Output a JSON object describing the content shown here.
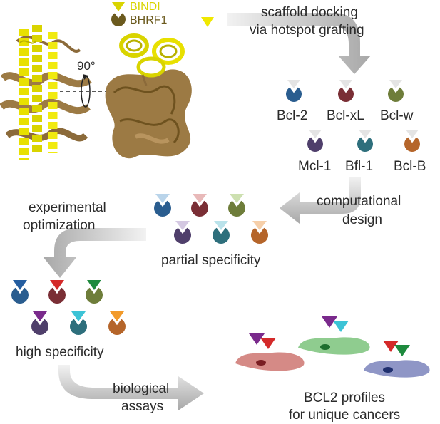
{
  "legend": {
    "bindi_label": "BINDI",
    "bhrf1_label": "BHRF1",
    "bindi_color": "#d9d400",
    "bhrf1_color": "#6b5a1e"
  },
  "structure": {
    "rotation_label": "90°"
  },
  "steps": {
    "scaffold_docking": [
      "scaffold docking",
      "via hotspot grafting"
    ],
    "computational_design": [
      "computational",
      "design"
    ],
    "experimental_optimization": [
      "experimental",
      "optimization"
    ],
    "biological_assays": [
      "biological",
      "assays"
    ]
  },
  "proteins": [
    {
      "name": "Bcl-2",
      "color": "#2a5d8f",
      "high_tri": "#245ea0"
    },
    {
      "name": "Bcl-xL",
      "color": "#7a2e35",
      "high_tri": "#d42a2a"
    },
    {
      "name": "Bcl-w",
      "color": "#6e7d3a",
      "high_tri": "#1e8a3e"
    },
    {
      "name": "Mcl-1",
      "color": "#4f3f6b",
      "high_tri": "#7a2a8c"
    },
    {
      "name": "Bfl-1",
      "color": "#2e6f7c",
      "high_tri": "#3cc3d6"
    },
    {
      "name": "Bcl-B",
      "color": "#b5652a",
      "high_tri": "#f29a2a"
    }
  ],
  "partial": {
    "label": "partial specificity",
    "tri_colors": [
      "#b9d4ea",
      "#e8b9b9",
      "#cde0b0",
      "#d4c8e2",
      "#b9e2ea",
      "#f6cfa9"
    ]
  },
  "high": {
    "label": "high specificity"
  },
  "cancers": {
    "label": [
      "BCL2 profiles",
      "for unique cancers"
    ],
    "cells": [
      {
        "name": "cell-red",
        "color": "#d58a86",
        "nucleus": "#7a1e22",
        "tris": [
          "#7a2a8c",
          "#d42a2a"
        ]
      },
      {
        "name": "cell-green",
        "color": "#8fcc8f",
        "nucleus": "#1e6f2e",
        "tris": [
          "#7a2a8c",
          "#3cc3d6"
        ]
      },
      {
        "name": "cell-blue",
        "color": "#8f96c6",
        "nucleus": "#1f2f6e",
        "tris": [
          "#d42a2a",
          "#1e8a3e"
        ]
      }
    ]
  }
}
